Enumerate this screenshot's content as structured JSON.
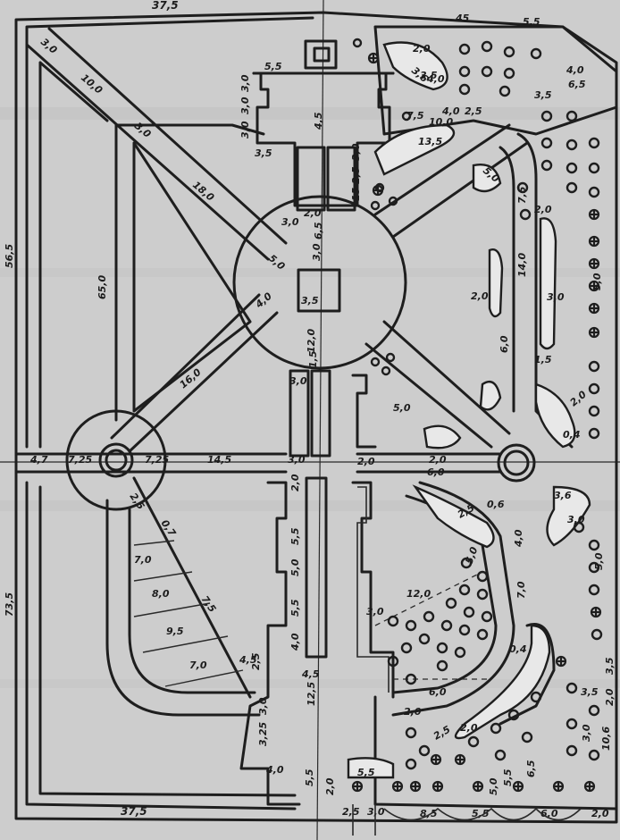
{
  "plan": {
    "labels": {
      "top_overall": "37,5",
      "top_45": "45",
      "top_55": "5,5",
      "left_30_top": "3,0",
      "diag_100": "10,0",
      "diag_180": "18,0",
      "diag_30_a": "3,0",
      "diag_50": "5,0",
      "diag_40": "4,0",
      "diag_160": "16,0",
      "left_overall_565": "56,5",
      "inner_650": "65,0",
      "left_overall_735": "73,5",
      "top_55_b": "5,5",
      "top_30_a": "3,0",
      "top_30_b": "3,0",
      "top_30_c": "3,0",
      "top_35": "3,5",
      "top_45_b": "4,5",
      "axis_30": "3,0",
      "axis_15_25": "15 2,5",
      "axis_30_b": "3,0",
      "axis_20": "2,0",
      "axis_65": "6,5",
      "axis_30_c": "3,0",
      "center_35": "3,5",
      "axis_120": "12,0",
      "axis_15": "1,5",
      "axis_30_d": "3,0",
      "cross_47": "4,7",
      "cross_725_l": "7,25",
      "cross_725_r": "7,25",
      "cross_145": "14,5",
      "cross_30": "3,0",
      "cross_20": "2,0",
      "cross_20_b": "2,0",
      "cross_60": "6,0",
      "ne_75": "7,5",
      "ne_40": "4,0",
      "ne_25": "2,5",
      "ne_100": "10,0",
      "ne_135": "13,5",
      "ne_20": "2,0",
      "ne_36": "3,6",
      "ne_40_b": "4,0",
      "ne_35": "3,5",
      "ne_40_c": "4,0",
      "ne_65": "6,5",
      "ne_35_b": "3,5",
      "e_50": "5,0",
      "e_75": "7,5",
      "e_20": "2,0",
      "e_140": "14,0",
      "e_20_b": "2,0",
      "e_30": "3,0",
      "e_60": "6,0",
      "e_50_b": "5,0",
      "e_15": "1,5",
      "e_20_c": "2,0",
      "e_04": "0,4",
      "e_50_c": "5,0",
      "se_36": "3,6",
      "se_30": "3,0",
      "se_25": "2,5",
      "se_06": "0,6",
      "se_40": "4,0",
      "se_50": "5,0",
      "se_70": "7,0",
      "se_50_b": "5,0",
      "se_120": "12,0",
      "se_30_b": "3,0",
      "se_60": "6,0",
      "se_04": "0,4",
      "se_35": "3,5",
      "se_35_b": "3,5",
      "se_20": "2,0",
      "se_30_c": "3,0",
      "se_106": "10,6",
      "se_20_b": "2,0",
      "se_25_b": "2,5",
      "se_20_c": "2,0",
      "sw_07": "0,7",
      "sw_70": "7,0",
      "sw_80": "8,0",
      "sw_95": "9,5",
      "sw_75": "7,5",
      "sw_70_b": "7,0",
      "sw_45": "4,5",
      "sw_25": "2,5",
      "mid_20": "2,0",
      "mid_55": "5,5",
      "mid_50": "5,0",
      "mid_55_b": "5,5",
      "mid_40": "4,0",
      "mid_45": "4,5",
      "mid_25": "2,5",
      "mid_30": "3,0",
      "mid_125": "12,5",
      "mid_325": "3,25",
      "mid_40_b": "4,0",
      "mid_55_c": "5,5",
      "mid_55_d": "5,5",
      "bot_overall": "37,5",
      "bot_20": "2,0",
      "bot_25": "2,5",
      "bot_30": "3,0",
      "bot_85": "8,5",
      "bot_55": "5,5",
      "bot_60": "6,0",
      "bot_20_b": "2,0",
      "bot_50": "5,0",
      "bot_65": "6,5",
      "bot_55_b": "5,5"
    }
  }
}
